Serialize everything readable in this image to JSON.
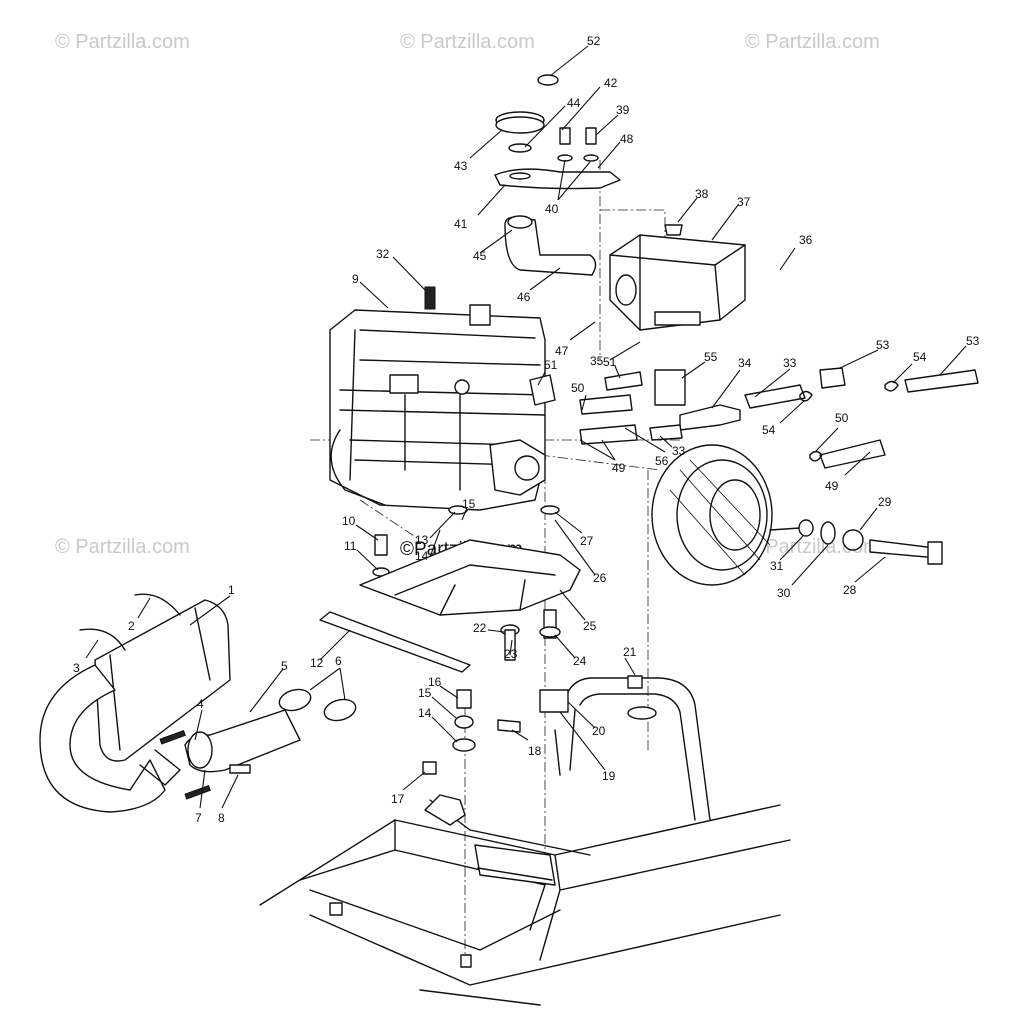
{
  "watermarks": {
    "corner": "© Partzilla.com",
    "center": "©Partzilla.com"
  },
  "callouts": [
    "1",
    "2",
    "3",
    "4",
    "5",
    "6",
    "7",
    "8",
    "9",
    "10",
    "11",
    "12",
    "13",
    "14",
    "15",
    "16",
    "17",
    "18",
    "19",
    "20",
    "21",
    "22",
    "23",
    "24",
    "25",
    "26",
    "27",
    "28",
    "29",
    "30",
    "31",
    "32",
    "33",
    "34",
    "35",
    "36",
    "37",
    "38",
    "39",
    "40",
    "41",
    "42",
    "43",
    "44",
    "45",
    "46",
    "47",
    "48",
    "49",
    "50",
    "51",
    "52",
    "53",
    "54",
    "55",
    "56"
  ]
}
